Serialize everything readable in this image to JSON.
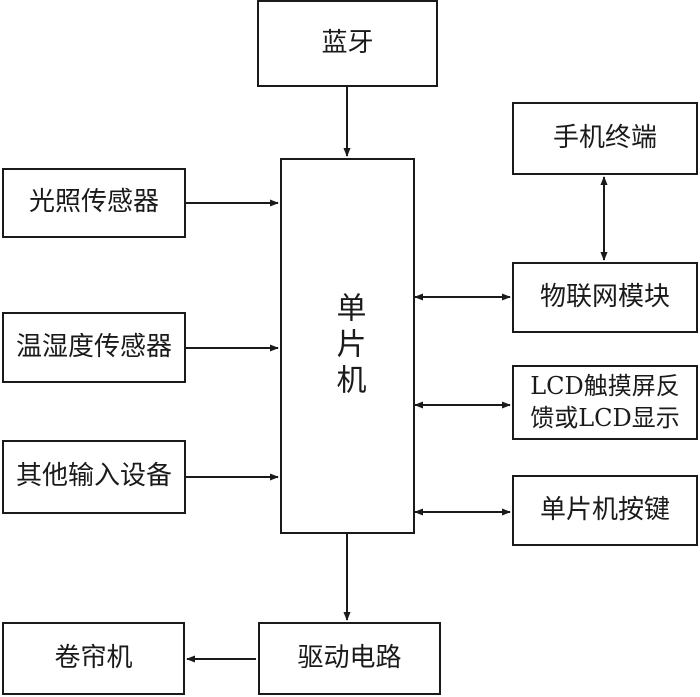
{
  "diagram": {
    "colors": {
      "stroke": "#1a1a1a",
      "background": "#ffffff"
    },
    "blocks": {
      "bluetooth": "蓝牙",
      "light_sensor": "光照传感器",
      "temp_humidity_sensor": "温湿度传感器",
      "other_input": "其他输入设备",
      "mcu": "单片机",
      "phone_terminal": "手机终端",
      "iot_module": "物联网模块",
      "lcd_line1": "LCD触摸屏反",
      "lcd_line2": "馈或LCD显示",
      "mcu_buttons": "单片机按键",
      "driver_circuit": "驱动电路",
      "curtain_motor": "卷帘机"
    },
    "connections": [
      {
        "from": "蓝牙",
        "to": "单片机",
        "direction": "one-way"
      },
      {
        "from": "光照传感器",
        "to": "单片机",
        "direction": "one-way"
      },
      {
        "from": "温湿度传感器",
        "to": "单片机",
        "direction": "one-way"
      },
      {
        "from": "其他输入设备",
        "to": "单片机",
        "direction": "one-way"
      },
      {
        "from": "单片机",
        "to": "物联网模块",
        "direction": "two-way"
      },
      {
        "from": "物联网模块",
        "to": "手机终端",
        "direction": "two-way"
      },
      {
        "from": "单片机",
        "to": "LCD触摸屏反馈或LCD显示",
        "direction": "two-way"
      },
      {
        "from": "单片机",
        "to": "单片机按键",
        "direction": "two-way"
      },
      {
        "from": "单片机",
        "to": "驱动电路",
        "direction": "one-way"
      },
      {
        "from": "驱动电路",
        "to": "卷帘机",
        "direction": "one-way"
      }
    ]
  }
}
